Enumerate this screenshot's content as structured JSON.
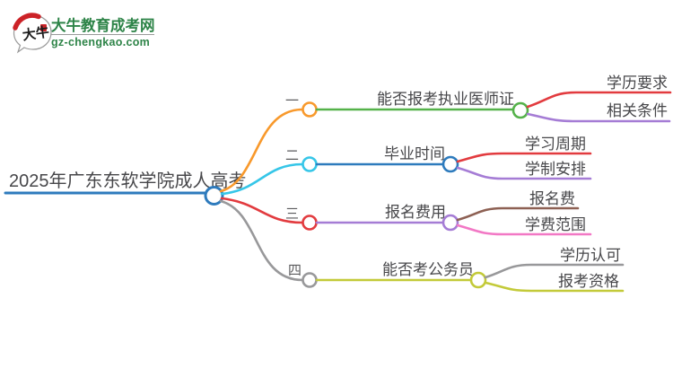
{
  "logo": {
    "bubble_text": "大牛",
    "site_name": "大牛教育成考网",
    "site_url": "gz-chengkao.com"
  },
  "mindmap": {
    "root": {
      "label": "2025年广东东软学院成人高考"
    },
    "branches": [
      {
        "index_label": "一",
        "topic": "能否报考执业医师证",
        "children": [
          "学历要求",
          "相关条件"
        ]
      },
      {
        "index_label": "二",
        "topic": "毕业时间",
        "children": [
          "学习周期",
          "学制安排"
        ]
      },
      {
        "index_label": "三",
        "topic": "报名费用",
        "children": [
          "报名费",
          "学费范围"
        ]
      },
      {
        "index_label": "四",
        "topic": "能否考公务员",
        "children": [
          "学历认可",
          "报考资格"
        ]
      }
    ]
  },
  "colors": {
    "root_blue": "#2e7bbd",
    "branch1_connector": "#f8992c",
    "branch1_line": "#55b24a",
    "branch2_connector": "#36c6e8",
    "branch2_line": "#2e7bbd",
    "branch3_connector": "#e23b3f",
    "branch3_line": "#a57cd5",
    "branch4_connector": "#98989a",
    "branch4_line": "#c3ca39",
    "leaf_red": "#e23b3f",
    "leaf_purple": "#a57cd5",
    "leaf_brown": "#8d6053",
    "leaf_pink": "#f278c5",
    "leaf_gray": "#98989a",
    "leaf_yellow": "#c3ca39",
    "seal_red": "#cc2227",
    "logo_green": "#2e8448"
  }
}
